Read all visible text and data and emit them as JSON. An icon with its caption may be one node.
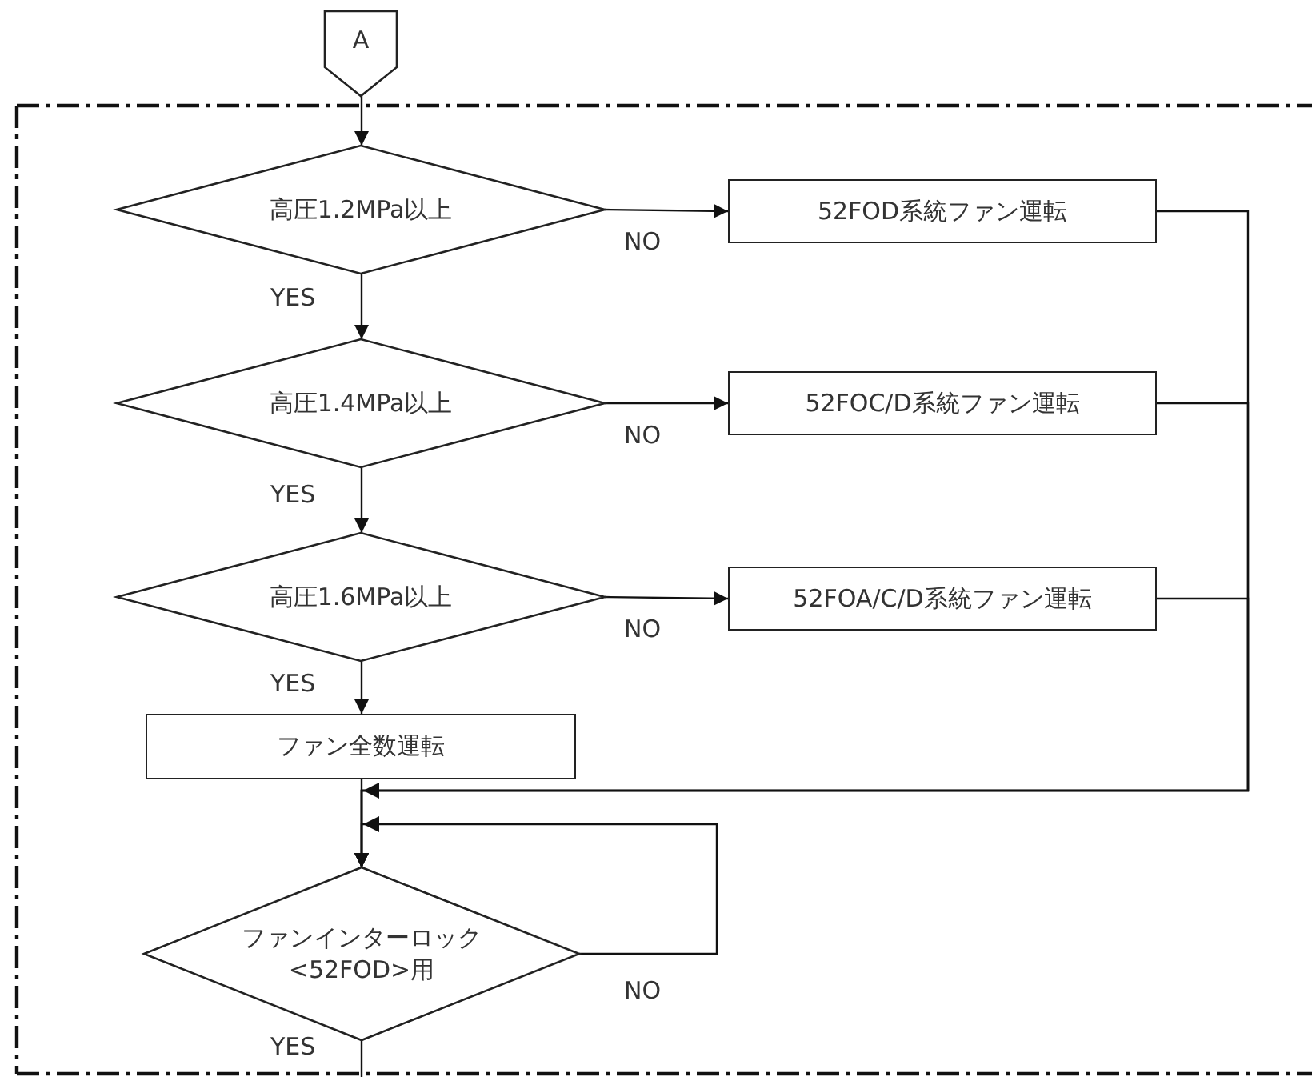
{
  "diagram": {
    "nodes": [
      {
        "text": [
          "A"
        ]
      },
      {
        "text": [
          "高圧1.2MPa以上"
        ]
      },
      {
        "text": [
          "52FOD系統ファン運転"
        ]
      },
      {
        "text": [
          "高圧1.4MPa以上"
        ]
      },
      {
        "text": [
          "52FOC/D系統ファン運転"
        ]
      },
      {
        "text": [
          "高圧1.6MPa以上"
        ]
      },
      {
        "text": [
          "52FOA/C/D系統ファン運転"
        ]
      },
      {
        "text": [
          "ファン全数運転"
        ]
      },
      {
        "text": [
          "ファンインターロック<52FOD>用"
        ]
      }
    ],
    "edges": [
      {
        "from": 0,
        "to": 1,
        "arrow": "to"
      },
      {
        "from": 1,
        "to": 2,
        "arrow": "to",
        "label": "NO"
      },
      {
        "from": 1,
        "to": 3,
        "arrow": "to",
        "label": "YES"
      },
      {
        "from": 3,
        "to": 4,
        "arrow": "to",
        "label": "NO"
      },
      {
        "from": 3,
        "to": 5,
        "arrow": "to",
        "label": "YES"
      },
      {
        "from": 5,
        "to": 6,
        "arrow": "to",
        "label": "NO"
      },
      {
        "from": 5,
        "to": 7,
        "arrow": "to",
        "label": "YES"
      },
      {
        "from": 2,
        "to": 8,
        "arrow": "to"
      },
      {
        "from": 4,
        "to": 8,
        "arrow": "to"
      },
      {
        "from": 6,
        "to": 8,
        "arrow": "to"
      },
      {
        "from": 7,
        "to": 8,
        "arrow": "to"
      },
      {
        "from": 8,
        "to": 8,
        "arrow": "to",
        "label": "NO"
      },
      {
        "from": 8,
        "to": null,
        "arrow": "none",
        "label": "YES"
      }
    ]
  }
}
